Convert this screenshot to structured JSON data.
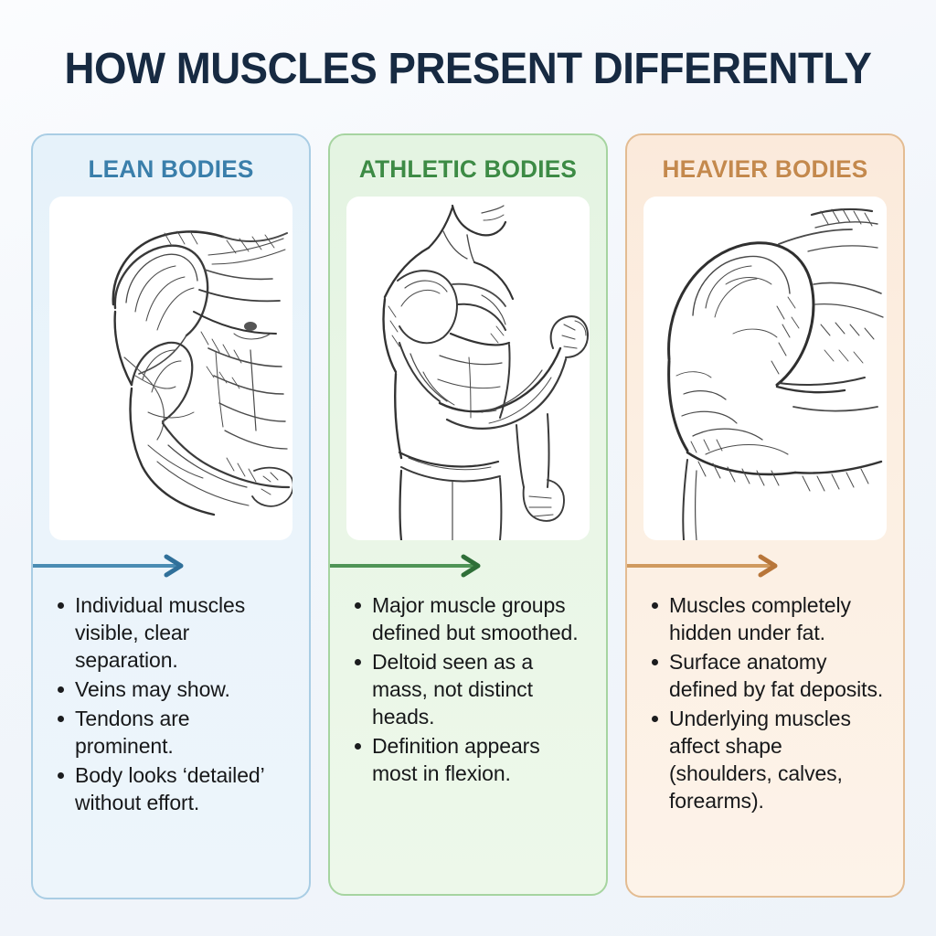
{
  "page": {
    "title": "HOW MUSCLES PRESENT DIFFERENTLY",
    "background_color": "#f2f6fb"
  },
  "columns": [
    {
      "id": "lean",
      "title": "LEAN BODIES",
      "accent_color": "#3a7fab",
      "card_background": "#eaf4fb",
      "border_color": "#a9cde4",
      "arrow_color": "#3a7fab",
      "illustration": "pencil-sketch-lean-torso-arm",
      "bullets": [
        "Individual muscles visible, clear separation.",
        "Veins may show.",
        "Tendons are prominent.",
        "Body looks ‘detailed’ without effort."
      ]
    },
    {
      "id": "athletic",
      "title": "ATHLETIC BODIES",
      "accent_color": "#3d8b45",
      "card_background": "#e9f6e6",
      "border_color": "#a6d4a0",
      "arrow_color": "#3d8b45",
      "illustration": "pencil-sketch-athletic-figure-flexing",
      "bullets": [
        "Major muscle groups defined but smoothed.",
        "Deltoid seen as a mass, not distinct heads.",
        "Definition appears most in flexion."
      ]
    },
    {
      "id": "heavier",
      "title": "HEAVIER BODIES",
      "accent_color": "#c4894d",
      "card_background": "#fcefe2",
      "border_color": "#e3bc92",
      "arrow_color": "#c4894d",
      "illustration": "pencil-sketch-heavier-shoulder-arm",
      "bullets": [
        "Muscles completely hidden under fat.",
        "Surface anatomy defined by fat deposits.",
        "Underlying muscles affect shape (shoulders, calves, forearms)."
      ]
    }
  ]
}
